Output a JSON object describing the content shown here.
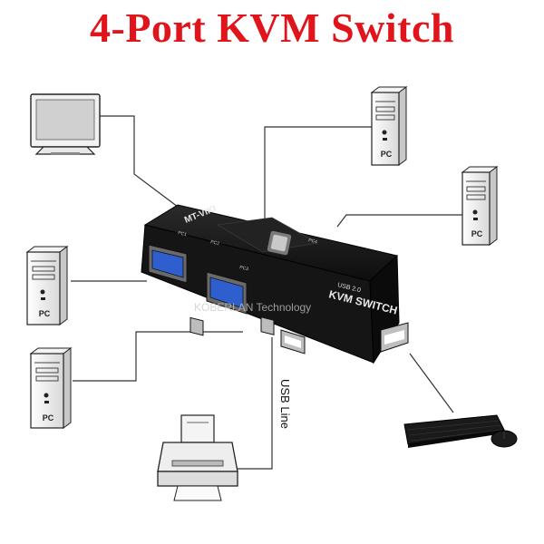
{
  "title": "4-Port KVM Switch",
  "pc_label": "PC",
  "usb_line_label": "USB Line",
  "device": {
    "brand": "MT-VIKI",
    "model": "KVM SWITCH",
    "usb_version": "USB 2.0",
    "port_labels": [
      "PC1",
      "PC2",
      "PC3",
      "PC4"
    ],
    "watermark": "KOBERLAN Technology"
  },
  "colors": {
    "title": "#e0141b",
    "device_body": "#151515",
    "vga_port": "#2f5fcf",
    "wire": "#333333"
  }
}
